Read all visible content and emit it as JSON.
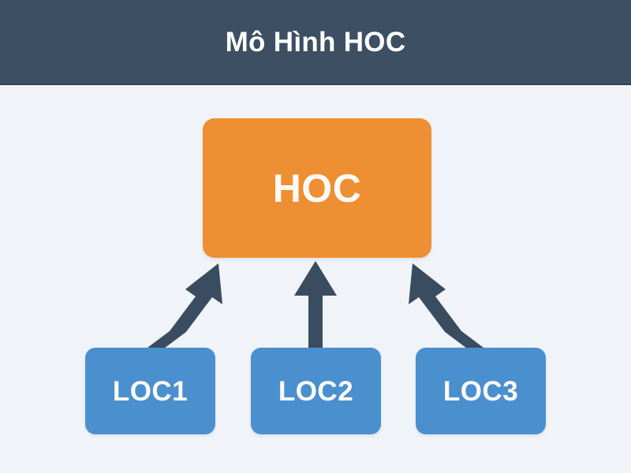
{
  "header": {
    "title": "Mô Hình HOC",
    "background_color": "#3d4f63",
    "text_color": "#ffffff"
  },
  "canvas": {
    "background_color": "#f0f4f8"
  },
  "diagram": {
    "type": "hierarchy",
    "root": {
      "id": "hoc",
      "label": "HOC",
      "fill_color": "#ef8f33",
      "text_color": "#fdfaf6"
    },
    "children": [
      {
        "id": "loc1",
        "label": "LOC1",
        "fill_color": "#4a90ce",
        "text_color": "#fdfaf6"
      },
      {
        "id": "loc2",
        "label": "LOC2",
        "fill_color": "#4a90ce",
        "text_color": "#fdfaf6"
      },
      {
        "id": "loc3",
        "label": "LOC3",
        "fill_color": "#4a90ce",
        "text_color": "#fdfaf6"
      }
    ],
    "connectors": [
      {
        "id": "loc1-to-hoc",
        "from": "loc1",
        "to": "hoc",
        "direction": "up-right",
        "color": "#3a4c60"
      },
      {
        "id": "loc2-to-hoc",
        "from": "loc2",
        "to": "hoc",
        "direction": "up",
        "color": "#3a4c60"
      },
      {
        "id": "loc3-to-hoc",
        "from": "loc3",
        "to": "hoc",
        "direction": "up-left",
        "color": "#3a4c60"
      }
    ]
  }
}
